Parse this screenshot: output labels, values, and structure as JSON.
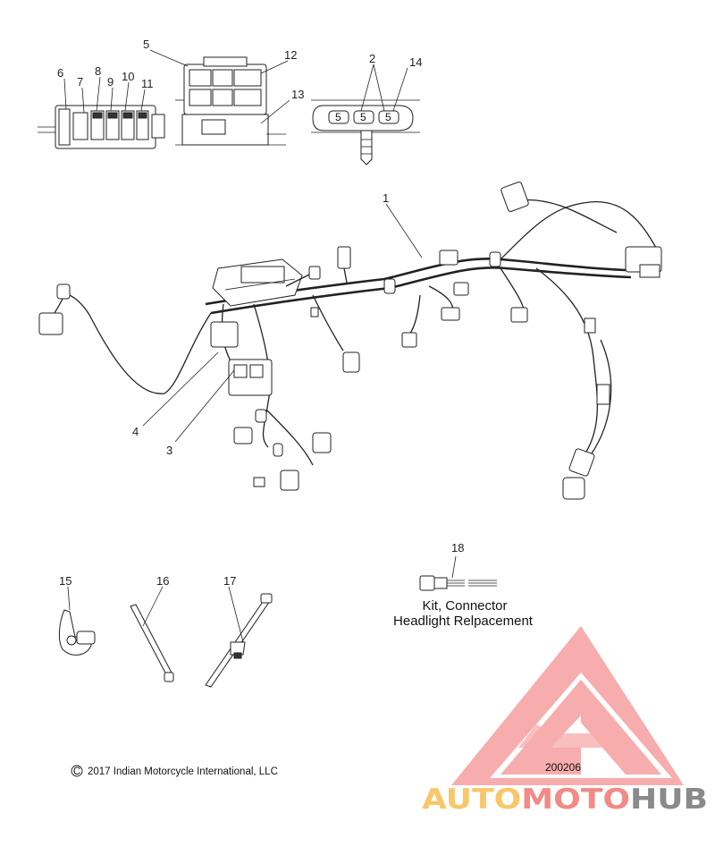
{
  "callouts": {
    "c1": "1",
    "c2": "2",
    "c3": "3",
    "c4": "4",
    "c5": "5",
    "c6": "6",
    "c7": "7",
    "c8": "8",
    "c9": "9",
    "c10": "10",
    "c11": "11",
    "c12": "12",
    "c13": "13",
    "c14": "14",
    "c15": "15",
    "c16": "16",
    "c17": "17",
    "c18": "18"
  },
  "connector_pins": [
    "5",
    "5",
    "5"
  ],
  "kit": {
    "line1": "Kit, Connector",
    "line2": "Headlight Relpacement"
  },
  "copyright": "2017 Indian Motorcycle International, LLC",
  "copyright_symbol": "C",
  "diagram_number": "200206",
  "watermark": {
    "part1": "AUTO",
    "part2": "MOTO",
    "part3": "HUB",
    "color1": "#f7c76a",
    "color2": "#f28a86",
    "color3": "#8a8a8a",
    "triangle_color": "#f26b6b"
  }
}
